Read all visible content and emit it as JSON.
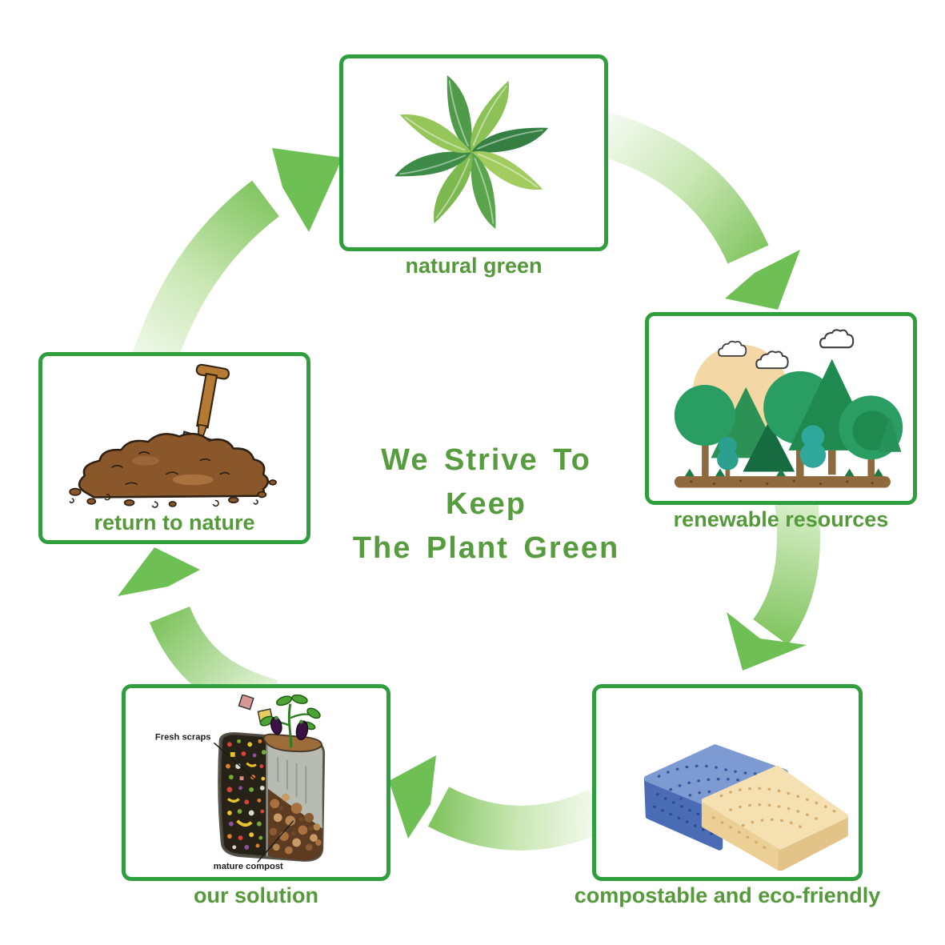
{
  "title": {
    "line1": "We Strive To Keep",
    "line2": "The Plant Green"
  },
  "nodes": [
    {
      "id": "natural-green",
      "label": "natural green",
      "illustration": "watercolor-leaves",
      "label_position": "below"
    },
    {
      "id": "renewable-resources",
      "label": "renewable resources",
      "illustration": "flat-forest",
      "label_position": "below"
    },
    {
      "id": "compostable",
      "label": "compostable and eco-friendly",
      "illustration": "two-sponges",
      "label_position": "below"
    },
    {
      "id": "our-solution",
      "label": "our solution",
      "illustration": "compost-bin-cutaway",
      "label_position": "below"
    },
    {
      "id": "return-to-nature",
      "label": "return to nature",
      "illustration": "soil-pile-with-shovel",
      "label_position": "inside-bottom"
    }
  ],
  "compost_annotations": {
    "fresh": "Fresh scraps",
    "mature": "mature compost"
  },
  "colors": {
    "background": "#ffffff",
    "box_border": "#2f9e3c",
    "label_text": "#54993a",
    "title_text": "#579d3f",
    "arrow_light": "#f3faef",
    "arrow_dark": "#82c561",
    "arrow_head": "#6ec054"
  }
}
